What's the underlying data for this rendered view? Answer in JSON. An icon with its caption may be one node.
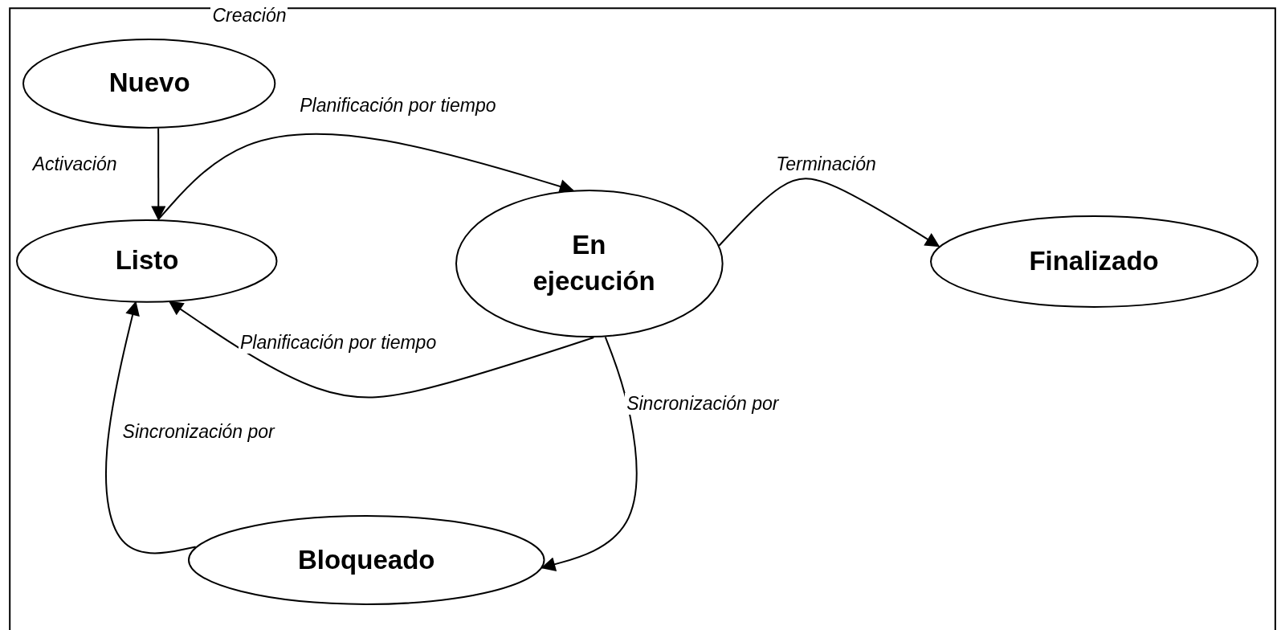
{
  "diagram": {
    "nodes": [
      {
        "text": [
          "Nuevo"
        ]
      },
      {
        "text": [
          "Listo"
        ]
      },
      {
        "text": [
          "En ejecución"
        ]
      },
      {
        "text": [
          "Finalizado"
        ]
      },
      {
        "text": [
          "Bloqueado"
        ]
      }
    ],
    "edges": [
      {
        "from": 0,
        "to": 1,
        "arrow": "to",
        "label": "Activación"
      },
      {
        "from": 1,
        "to": 2,
        "arrow": "to",
        "label": "Planificación por tiempo"
      },
      {
        "from": 2,
        "to": 3,
        "arrow": "to",
        "label": "Terminación"
      },
      {
        "from": 2,
        "to": 1,
        "arrow": "to",
        "label": "Planificación por tiempo"
      },
      {
        "from": 2,
        "to": 4,
        "arrow": "to",
        "label": "Sincronización por"
      },
      {
        "from": 4,
        "to": 1,
        "arrow": "to",
        "label": "Sincronización por"
      }
    ],
    "labels": [
      "Creación"
    ]
  }
}
